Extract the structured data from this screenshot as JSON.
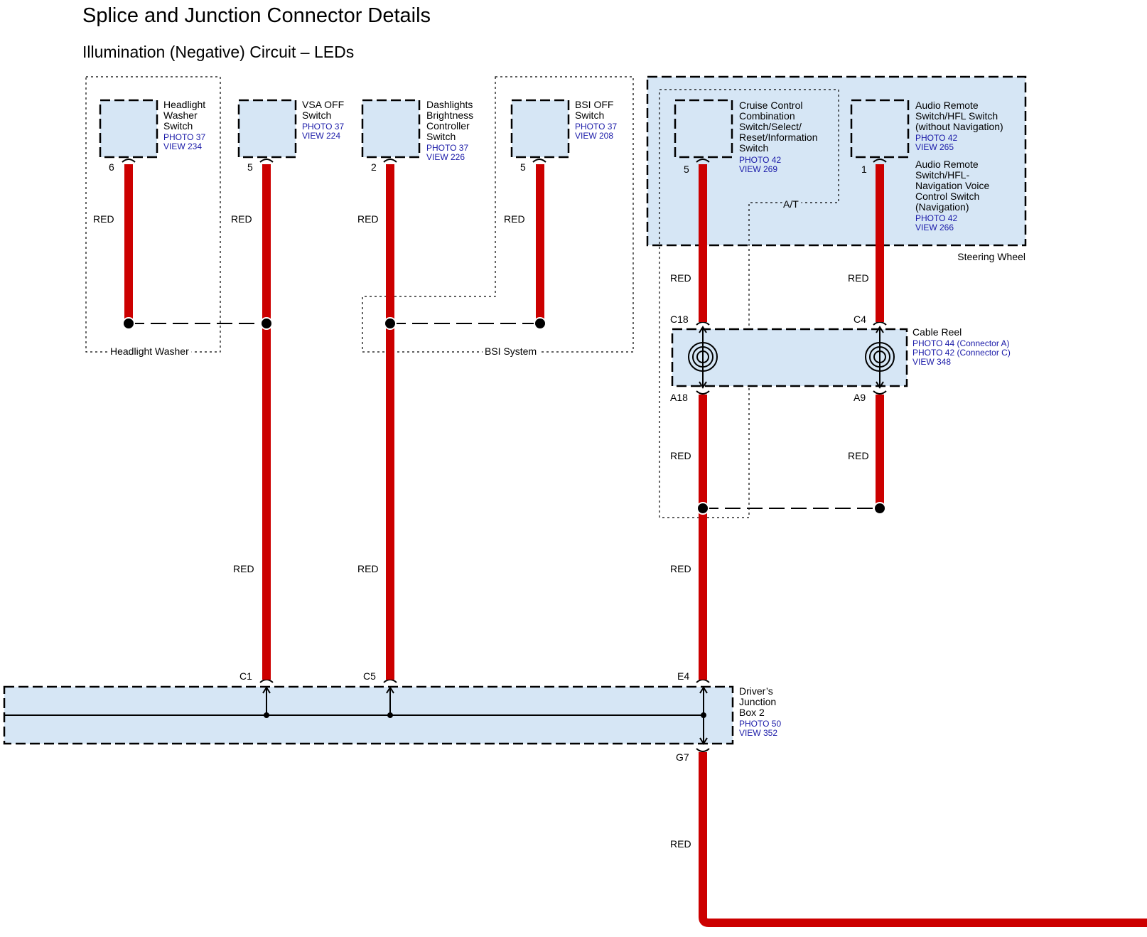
{
  "title": "Splice and Junction Connector Details",
  "subtitle": "Illumination (Negative) Circuit – LEDs",
  "wire_color_label": "RED",
  "groups": {
    "headlight_washer": "Headlight Washer",
    "bsi_system": "BSI System",
    "at": "A/T",
    "steering_wheel": "Steering Wheel"
  },
  "components": {
    "headlight_washer_switch": {
      "name": [
        "Headlight",
        "Washer",
        "Switch"
      ],
      "refs": [
        "PHOTO 37",
        "VIEW 234"
      ],
      "pin": "6"
    },
    "vsa_off_switch": {
      "name": [
        "VSA OFF",
        "Switch"
      ],
      "refs": [
        "PHOTO 37",
        "VIEW 224"
      ],
      "pin": "5"
    },
    "dashlights_controller": {
      "name": [
        "Dashlights",
        "Brightness",
        "Controller",
        "Switch"
      ],
      "refs": [
        "PHOTO 37",
        "VIEW 226"
      ],
      "pin": "2"
    },
    "bsi_off_switch": {
      "name": [
        "BSI OFF",
        "Switch"
      ],
      "refs": [
        "PHOTO 37",
        "VIEW 208"
      ],
      "pin": "5"
    },
    "cruise_control_switch": {
      "name": [
        "Cruise Control",
        "Combination",
        "Switch/Select/",
        "Reset/Information",
        "Switch"
      ],
      "refs": [
        "PHOTO 42",
        "VIEW 269"
      ],
      "pin": "5"
    },
    "audio_remote_switch": {
      "name_a": [
        "Audio Remote",
        "Switch/HFL Switch",
        "(without Navigation)"
      ],
      "refs_a": [
        "PHOTO 42",
        "VIEW 265"
      ],
      "name_b": [
        "Audio Remote",
        "Switch/HFL-",
        "Navigation Voice",
        "Control Switch",
        "(Navigation)"
      ],
      "refs_b": [
        "PHOTO 42",
        "VIEW 266"
      ],
      "pin": "1"
    },
    "cable_reel": {
      "name": [
        "Cable Reel"
      ],
      "refs": [
        "PHOTO 44 (Connector A)",
        "PHOTO 42 (Connector C)",
        "VIEW 348"
      ],
      "pins": [
        "C18",
        "C4",
        "A18",
        "A9"
      ]
    },
    "drivers_junction_box_2": {
      "name": [
        "Driver’s",
        "Junction",
        "Box 2"
      ],
      "refs": [
        "PHOTO 50",
        "VIEW 352"
      ],
      "pins": [
        "C1",
        "C5",
        "E4",
        "G7"
      ]
    }
  }
}
